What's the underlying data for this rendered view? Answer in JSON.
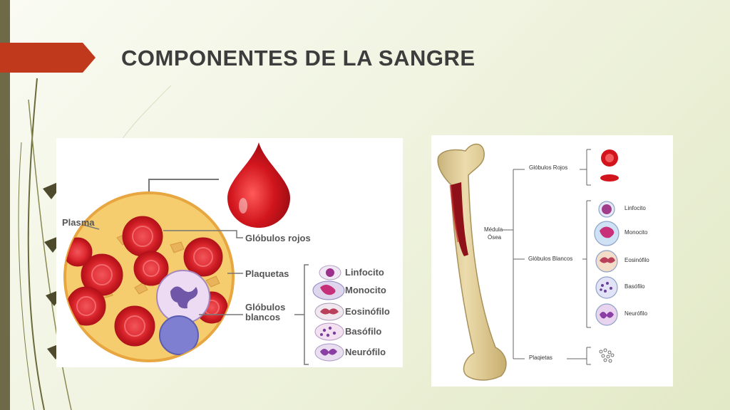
{
  "slide": {
    "title": "COMPONENTES DE LA SANGRE"
  },
  "figure_left": {
    "labels": {
      "plasma": "Plasma",
      "globulos_rojos": "Glóbulos rojos",
      "plaquetas": "Plaquetas",
      "globulos_blancos_line1": "Glóbulos",
      "globulos_blancos_line2": "blancos"
    },
    "white_cells": [
      {
        "label": "Linfocito"
      },
      {
        "label": "Monocito"
      },
      {
        "label": "Eosinófilo"
      },
      {
        "label": "Basófilo"
      },
      {
        "label": "Neurófilo"
      }
    ]
  },
  "figure_right": {
    "labels": {
      "medula_line1": "Médula",
      "medula_line2": "Ósea",
      "globulos_rojos": "Glóbulos Rojos",
      "globulos_blancos": "Glóbulos Blancos",
      "plaquetas": "Plaqietas"
    },
    "white_cells": [
      {
        "label": "Linfocito"
      },
      {
        "label": "Monocito"
      },
      {
        "label": "Eosinófilo"
      },
      {
        "label": "Basófilo"
      },
      {
        "label": "Neurófilo"
      }
    ]
  },
  "colors": {
    "accent_arrow": "#c0391c",
    "sidebar": "#6e6a48",
    "title_text": "#3d3d3d",
    "blood_red": "#c8131b",
    "plasma_yellow": "#f6d172",
    "bone": "#e4d3a0",
    "marrow": "#8e1018"
  }
}
